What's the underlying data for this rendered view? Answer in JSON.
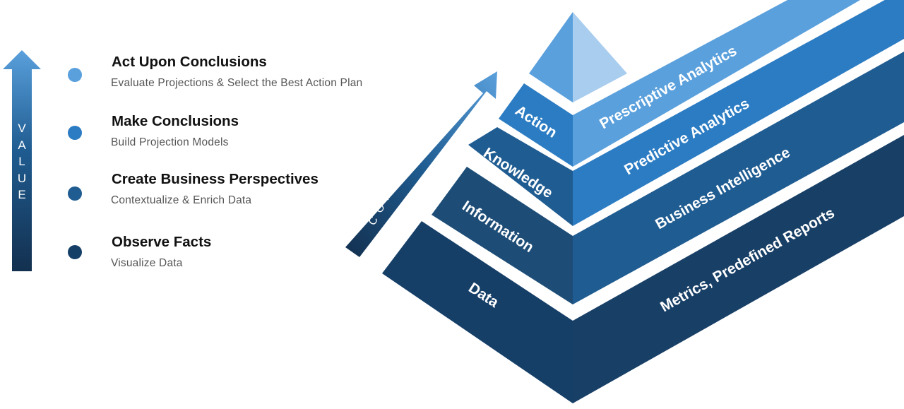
{
  "value_axis": {
    "label": "VALUE"
  },
  "complexity_axis": {
    "label": "COMPLEXITY"
  },
  "steps": [
    {
      "title": "Act Upon Conclusions",
      "subtitle": "Evaluate Projections & Select the Best Action Plan",
      "color": "#5aa0dc"
    },
    {
      "title": "Make Conclusions",
      "subtitle": "Build Projection Models",
      "color": "#2c7cc3"
    },
    {
      "title": "Create Business Perspectives",
      "subtitle": "Contextualize & Enrich Data",
      "color": "#1f5c91"
    },
    {
      "title": "Observe Facts",
      "subtitle": "Visualize Data",
      "color": "#163f68"
    }
  ],
  "pyramid": {
    "levels": [
      {
        "name": "Action",
        "description": "Prescriptive Analytics",
        "color": "#5aa0dc"
      },
      {
        "name": "Knowledge",
        "description": "Predictive Analytics",
        "color": "#2c7cc3"
      },
      {
        "name": "Information",
        "description": "Business Intelligence",
        "color": "#1f5c91"
      },
      {
        "name": "Data",
        "description": "Metrics, Predefined Reports",
        "color": "#163f68"
      }
    ]
  },
  "colors": {
    "darkest": "#0f2a45",
    "light": "#a9cdee"
  }
}
